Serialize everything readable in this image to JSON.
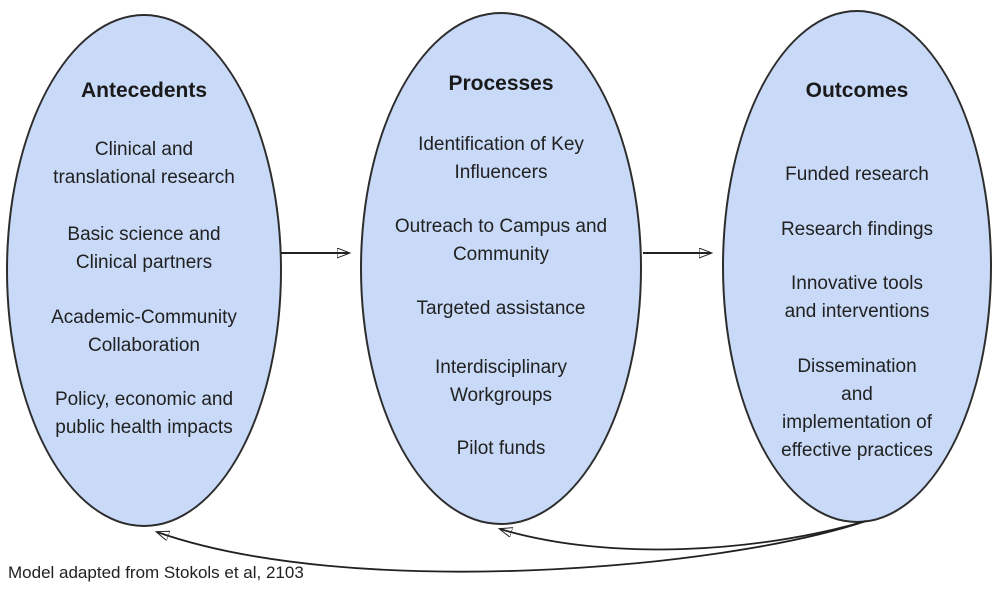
{
  "colors": {
    "node_fill": "#c9daf8",
    "node_stroke": "#2d2d2d",
    "arrow": "#212121",
    "text": "#212121"
  },
  "nodes": [
    {
      "title": "Antecedents",
      "items": [
        "Clinical and\ntranslational research",
        "Basic science and\nClinical partners",
        "Academic-Community\nCollaboration",
        "Policy, economic and\npublic health impacts"
      ]
    },
    {
      "title": "Processes",
      "items": [
        "Identification of Key\nInfluencers",
        "Outreach to Campus and\nCommunity",
        "Targeted assistance",
        "Interdisciplinary\nWorkgroups",
        "Pilot funds"
      ]
    },
    {
      "title": "Outcomes",
      "items": [
        "Funded research",
        "Research findings",
        "Innovative tools\nand interventions",
        "Dissemination\nand\nimplementation of\neffective practices"
      ]
    }
  ],
  "caption": "Model adapted from Stokols et al, 2103"
}
